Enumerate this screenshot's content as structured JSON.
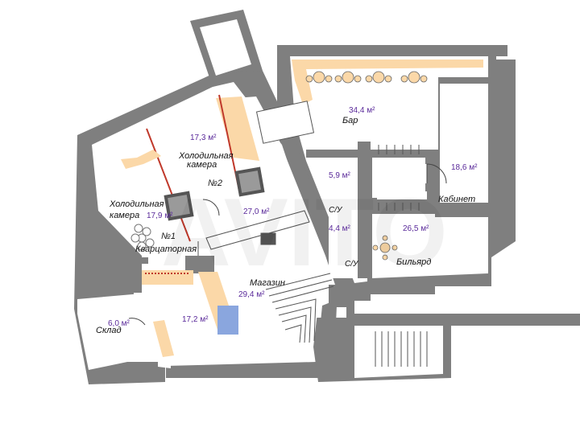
{
  "plan": {
    "colors": {
      "wall": "#7f7f7f",
      "wall_dark": "#6a6a6a",
      "floor": "#ffffff",
      "counter": "#fbd8a8",
      "bar_stool": "#fbd8a8",
      "red_line": "#c0392b",
      "blue_block": "#8aa6de",
      "area_text": "#5a2a9a",
      "label_text": "#111111"
    },
    "rooms": {
      "bar": {
        "name": "Бар",
        "area": "34,4 м²"
      },
      "cold_room_2": {
        "name": "Холодильная\nкамера",
        "name_line1": "Холодильная",
        "name_line2": "камера",
        "area": "17,3 м²",
        "number": "№2"
      },
      "cold_room_1": {
        "name_line1": "Холодильная",
        "name_line2": "камера",
        "area": "17,9 м²",
        "number": "№1"
      },
      "aquarium": {
        "name": "Кварцаторная"
      },
      "kitchen": {
        "area": "27,0 м²"
      },
      "wc_1": {
        "name": "С/У",
        "area": "5,9 м²"
      },
      "wc_2": {
        "name": "С/У",
        "area": "4,4 м²"
      },
      "office": {
        "name": "Кабинет",
        "area": "18,6 м²"
      },
      "billiard": {
        "name": "Бильярд",
        "area": "26,5 м²"
      },
      "shop": {
        "name": "Магазин",
        "area": "29,4 м²"
      },
      "storage": {
        "name": "Склад",
        "area": "6,0 м²"
      },
      "corridor": {
        "area": "17,2 м²"
      }
    },
    "watermark": "AVITO"
  }
}
